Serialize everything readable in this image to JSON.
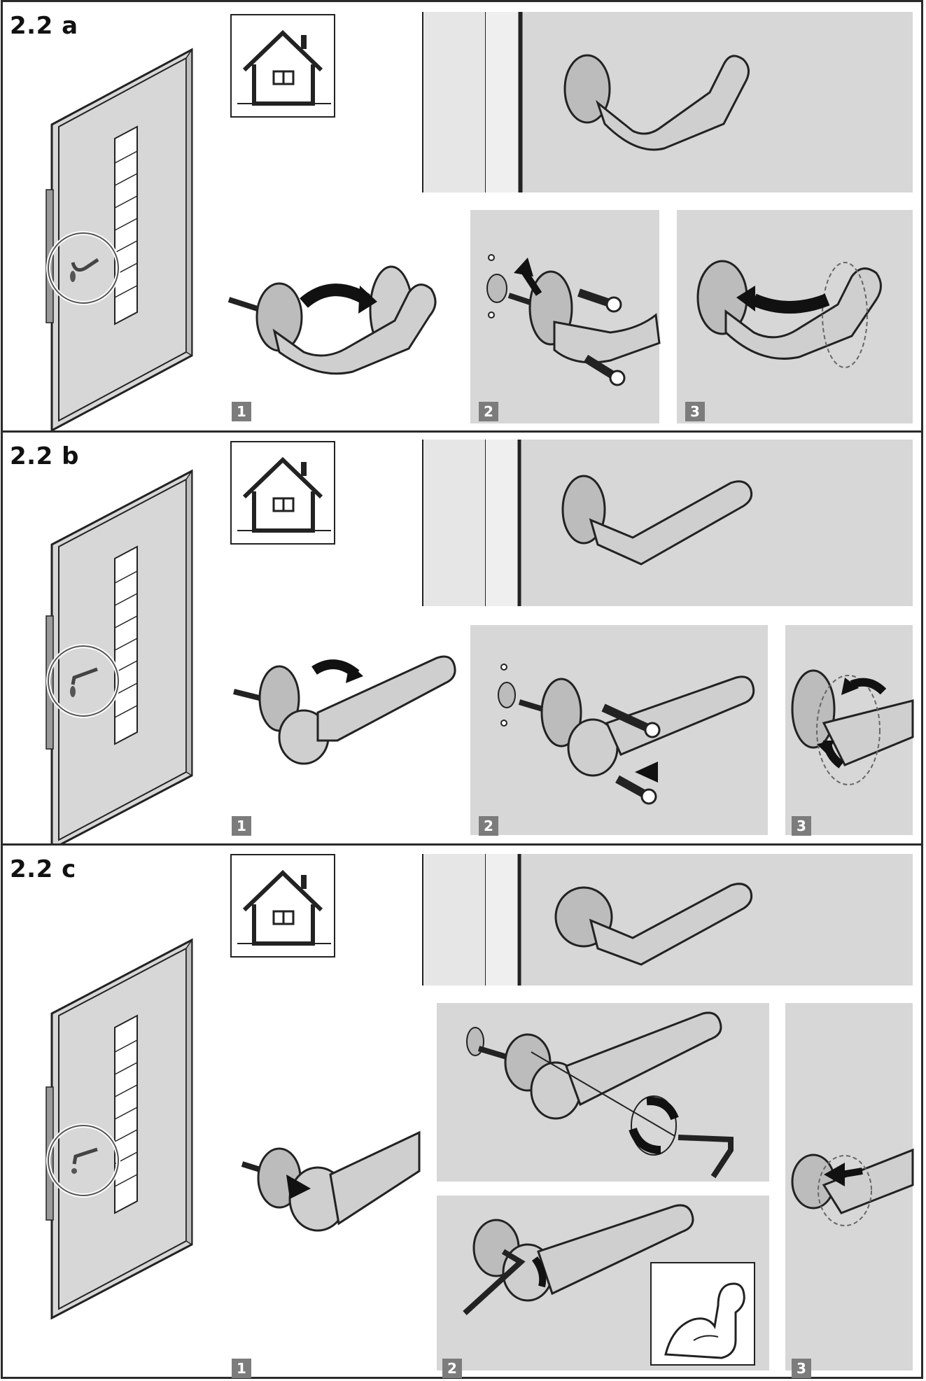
{
  "sections": [
    {
      "id": "2.2a",
      "title": "2.2 a",
      "steps": [
        "1",
        "2",
        "3"
      ]
    },
    {
      "id": "2.2b",
      "title": "2.2 b",
      "steps": [
        "1",
        "2",
        "3"
      ]
    },
    {
      "id": "2.2c",
      "title": "2.2 c",
      "steps": [
        "1",
        "2",
        "3"
      ]
    }
  ],
  "icons": {
    "house": "house-icon",
    "strength": "flexed-arm-icon"
  },
  "colors": {
    "panel_gray": "#d7d7d7",
    "step_badge": "#7c7c7c",
    "line": "#2a2a2a"
  }
}
